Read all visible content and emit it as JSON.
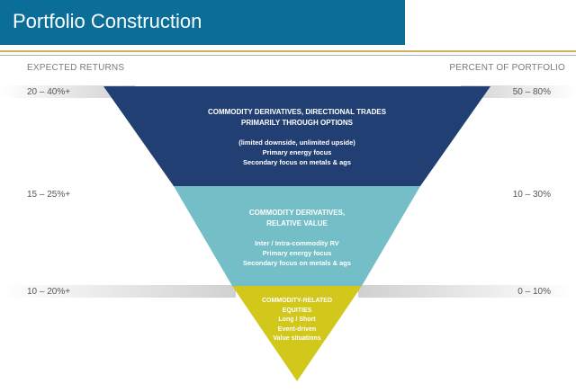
{
  "header": {
    "title": "Portfolio Construction",
    "left_heading": "EXPECTED RETURNS",
    "right_heading": "PERCENT OF PORTFOLIO"
  },
  "tiers": [
    {
      "expected_return": "20 – 40%+",
      "percent_of_portfolio": "50 – 80%",
      "heading_line1": "COMMODITY DERIVATIVES, DIRECTIONAL TRADES",
      "heading_line2": "PRIMARILY THROUGH OPTIONS",
      "details": [
        "(limited downside, unlimited upside)",
        "Primary energy focus",
        "Secondary focus on metals & ags"
      ],
      "color": "#213f73"
    },
    {
      "expected_return": "15 – 25%+",
      "percent_of_portfolio": "10 – 30%",
      "heading_line1": "COMMODITY DERIVATIVES,",
      "heading_line2": "RELATIVE VALUE",
      "details": [
        "Inter / Intra-commodity RV",
        "Primary energy focus",
        "Secondary focus on metals & ags"
      ],
      "color": "#74bfc7"
    },
    {
      "expected_return": "10 – 20%+",
      "percent_of_portfolio": "0 – 10%",
      "heading_line1": "COMMODITY-RELATED",
      "heading_line2": "EQUITIES",
      "details": [
        "Long / Short",
        "Event-driven",
        "Value situations"
      ],
      "color": "#d2c81c"
    }
  ],
  "colors": {
    "title_bar": "#0b6e99",
    "rule_gold": "#d4b15a"
  }
}
